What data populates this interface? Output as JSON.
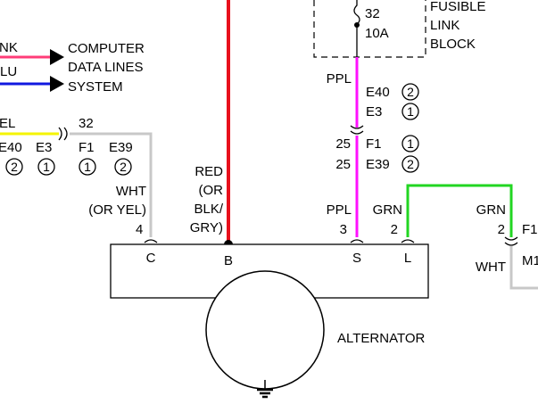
{
  "fusible_link": {
    "title_line1": "FUSIBLE",
    "title_line2": "LINK",
    "title_line3": "BLOCK",
    "pin": "32",
    "rating": "10A"
  },
  "computer_data_lines": {
    "line1": "COMPUTER",
    "line2": "DATA LINES",
    "line3": "SYSTEM",
    "wire_top_partial": "NK",
    "wire_bottom_partial": "LU"
  },
  "left_connector": {
    "wire_partial": "EL",
    "pin": "32",
    "connectors": [
      "E40",
      "E3",
      "F1",
      "E39"
    ],
    "numbers": [
      "2",
      "1",
      "1",
      "2"
    ],
    "wire_color_line1": "WHT",
    "wire_color_line2": "(OR YEL)",
    "terminal_pin": "4"
  },
  "red_wire": {
    "line1": "RED",
    "line2": "(OR",
    "line3": "BLK/",
    "line4": "GRY)"
  },
  "ppl_wire": {
    "color_top": "PPL",
    "conn1": "E40",
    "conn1_num": "2",
    "conn2": "E3",
    "conn2_num": "1",
    "pin_a": "25",
    "conn3": "F1",
    "conn3_num": "1",
    "pin_b": "25",
    "conn4": "E39",
    "conn4_num": "2",
    "color_bottom": "PPL",
    "terminal_pin": "3"
  },
  "grn_wire": {
    "color_left": "GRN",
    "terminal_pin": "2",
    "color_right": "GRN",
    "right_pin": "2",
    "right_conn_partial": "F1",
    "right_wire_color": "WHT",
    "right_conn_partial2": "M1"
  },
  "alternator": {
    "name": "ALTERNATOR",
    "terminals": [
      "C",
      "B",
      "S",
      "L"
    ]
  },
  "colors": {
    "red": "#e8101c",
    "purple": "#ff10ff",
    "green": "#22d622",
    "yellow": "#f4f400",
    "blue": "#1018e0",
    "gray": "#c8c8c8"
  }
}
